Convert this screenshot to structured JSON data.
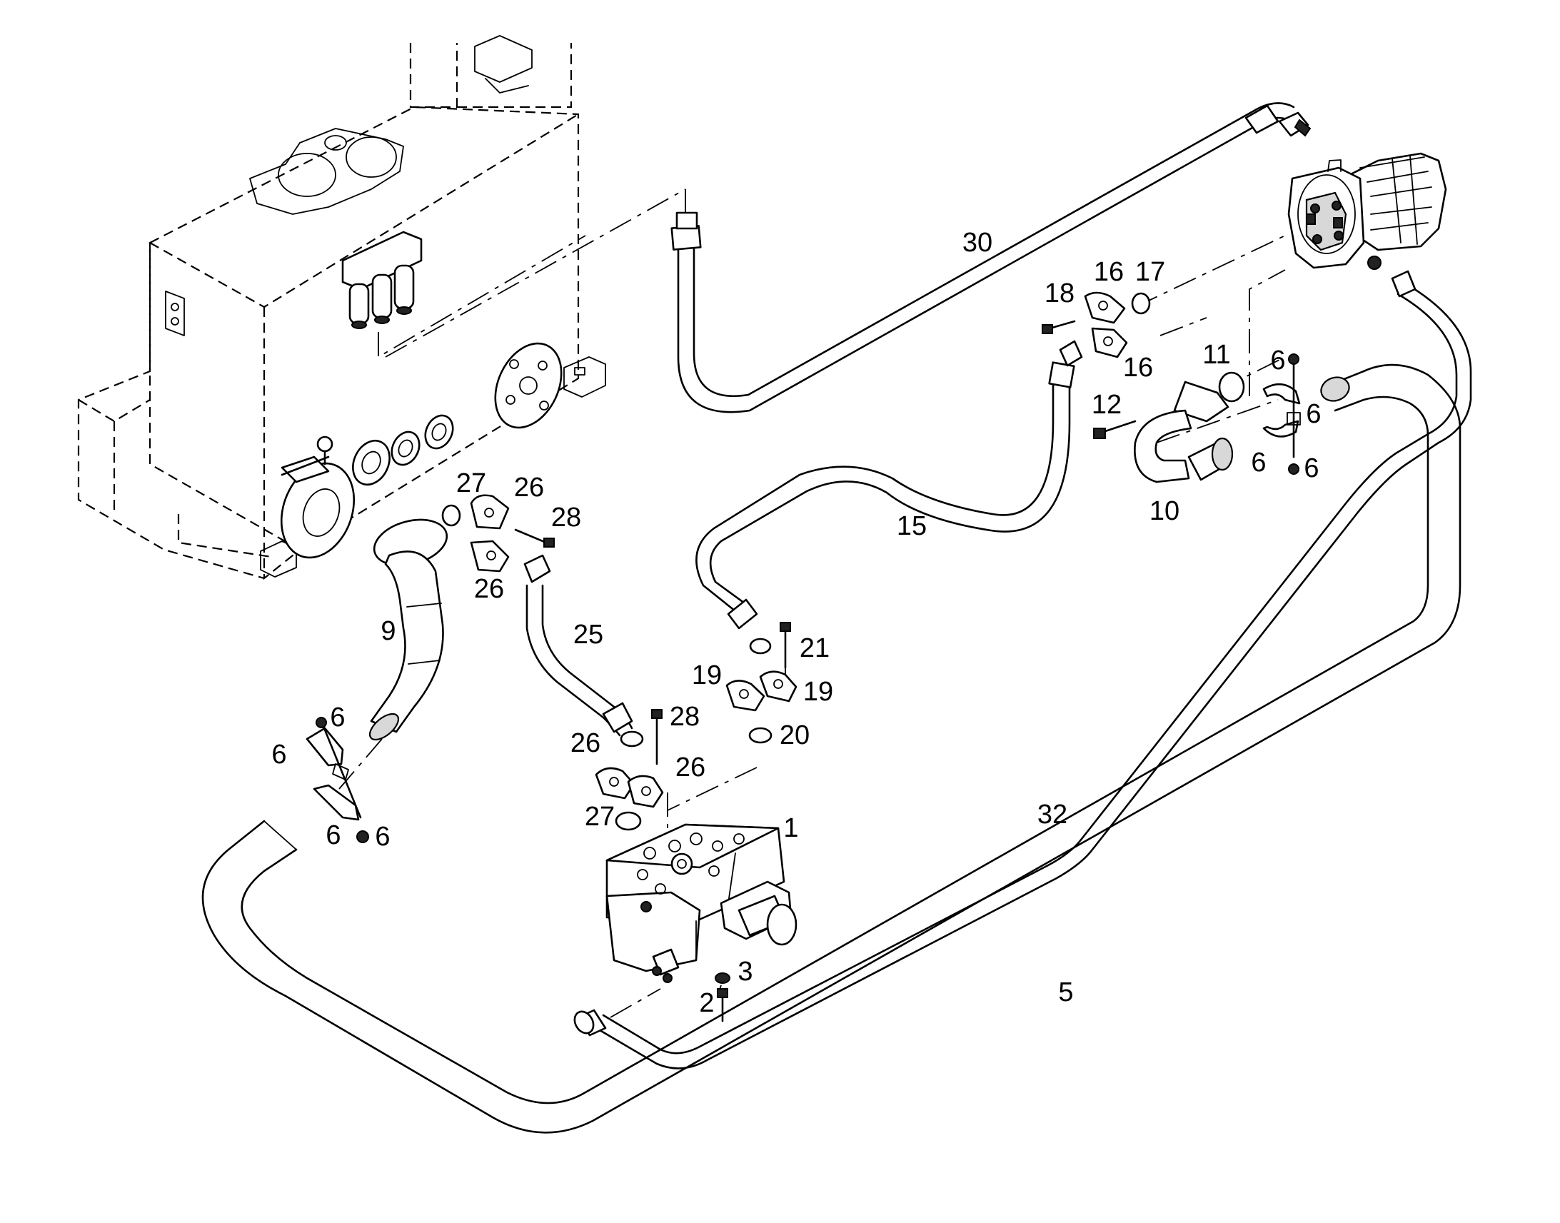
{
  "callouts": [
    {
      "text": "1"
    },
    {
      "text": "2"
    },
    {
      "text": "3"
    },
    {
      "text": "5"
    },
    {
      "text": "6"
    },
    {
      "text": "6"
    },
    {
      "text": "6"
    },
    {
      "text": "6"
    },
    {
      "text": "6"
    },
    {
      "text": "6"
    },
    {
      "text": "6"
    },
    {
      "text": "6"
    },
    {
      "text": "9"
    },
    {
      "text": "10"
    },
    {
      "text": "11"
    },
    {
      "text": "12"
    },
    {
      "text": "15"
    },
    {
      "text": "16"
    },
    {
      "text": "16"
    },
    {
      "text": "17"
    },
    {
      "text": "18"
    },
    {
      "text": "19"
    },
    {
      "text": "19"
    },
    {
      "text": "20"
    },
    {
      "text": "21"
    },
    {
      "text": "25"
    },
    {
      "text": "26"
    },
    {
      "text": "26"
    },
    {
      "text": "26"
    },
    {
      "text": "26"
    },
    {
      "text": "27"
    },
    {
      "text": "27"
    },
    {
      "text": "28"
    },
    {
      "text": "28"
    },
    {
      "text": "30"
    },
    {
      "text": "32"
    }
  ]
}
